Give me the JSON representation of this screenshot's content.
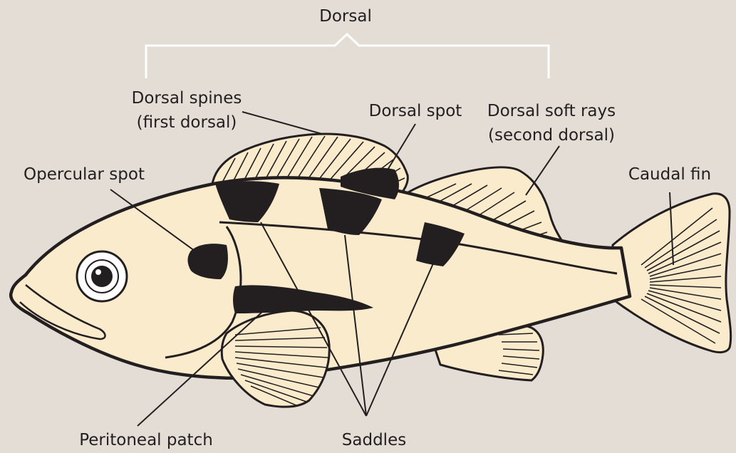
{
  "diagram": {
    "labels": {
      "dorsal": "Dorsal",
      "dorsal_spines_line1": "Dorsal spines",
      "dorsal_spines_line2": "(first dorsal)",
      "dorsal_spot": "Dorsal spot",
      "dorsal_soft_rays_line1": "Dorsal soft rays",
      "dorsal_soft_rays_line2": "(second dorsal)",
      "opercular_spot": "Opercular spot",
      "caudal_fin": "Caudal fin",
      "peritoneal_patch": "Peritoneal patch",
      "saddles": "Saddles"
    },
    "colors": {
      "background": "#e3ddd6",
      "body_fill": "#f9ebcb",
      "outline": "#231f20",
      "bracket": "#ffffff"
    }
  }
}
